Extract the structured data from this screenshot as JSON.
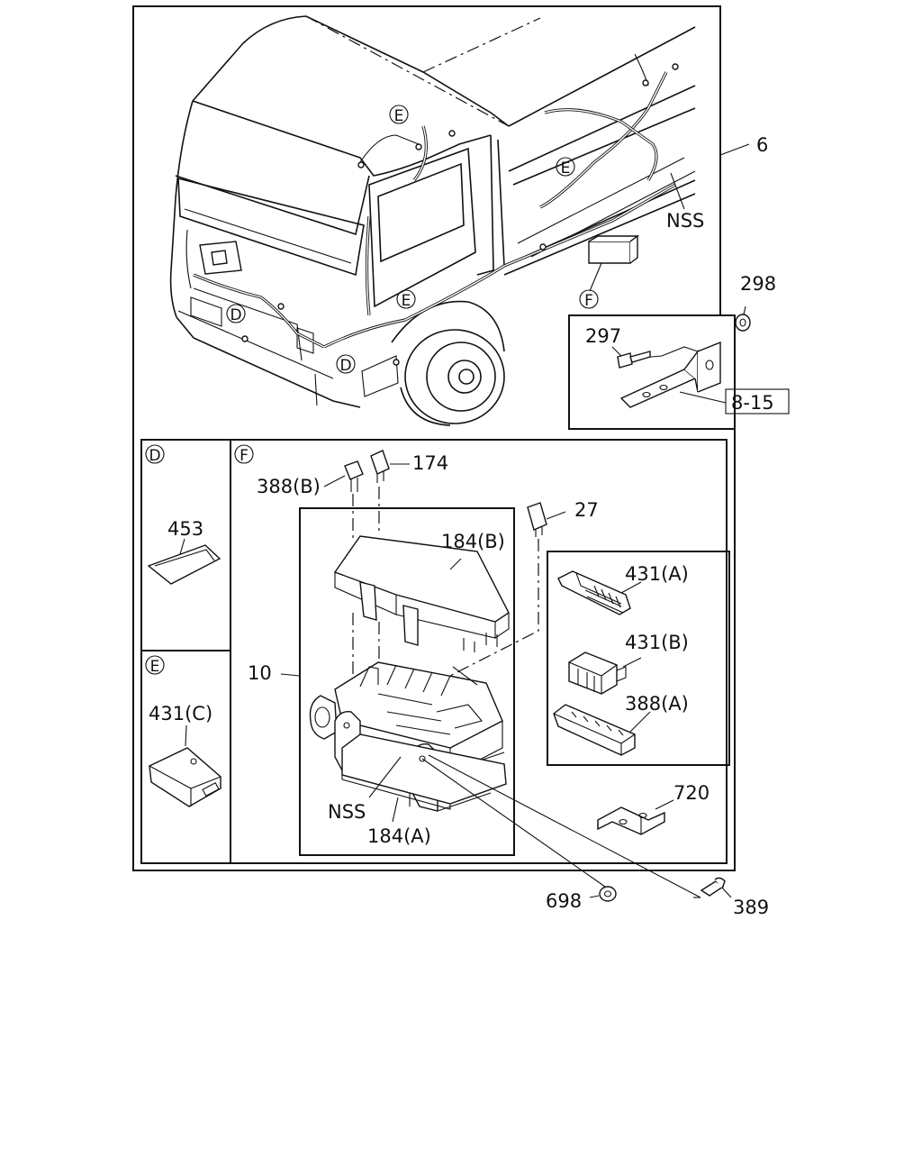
{
  "callouts": {
    "harness_main": "6",
    "nss_top": "NSS",
    "nut_298": "298",
    "bolt_297": "297",
    "ref_8_15": "8-15",
    "box_174": "174",
    "fuse_388b": "388(B)",
    "fuse_27": "27",
    "cover_184b": "184(B)",
    "box_10": "10",
    "conn_431a": "431(A)",
    "conn_431b": "431(B)",
    "conn_388a": "388(A)",
    "nss_box": "NSS",
    "base_184a": "184(A)",
    "bracket_720": "720",
    "nut_698": "698",
    "bolt_389": "389",
    "clip_453": "453",
    "conn_431c": "431(C)"
  },
  "markers": {
    "d": "D",
    "e": "E",
    "f": "F"
  },
  "detail_panels": {
    "d_label": "D",
    "e_label": "E",
    "f_label": "F"
  }
}
